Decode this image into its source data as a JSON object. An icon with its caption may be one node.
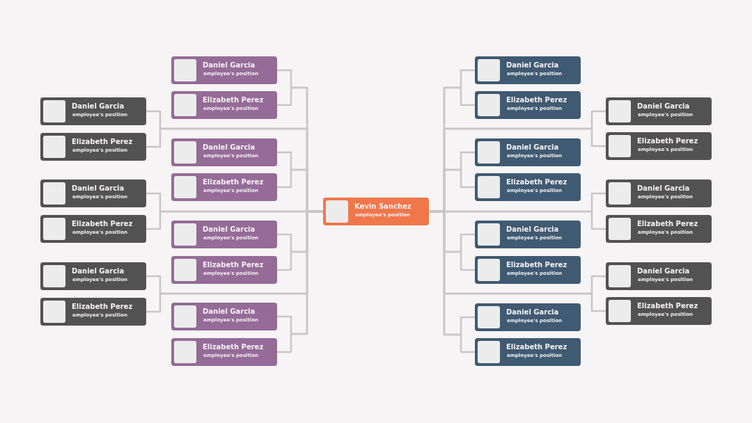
{
  "diagram": {
    "nodes": [
      {
        "text": [
          "Kevin Sanchez",
          "employee's position"
        ]
      },
      {
        "text": [
          "Daniel Garcia",
          "employee's position"
        ]
      },
      {
        "text": [
          "Elizabeth Perez",
          "employee's position"
        ]
      },
      {
        "text": [
          "Daniel Garcia",
          "employee's position"
        ]
      },
      {
        "text": [
          "Elizabeth Perez",
          "employee's position"
        ]
      },
      {
        "text": [
          "Daniel Garcia",
          "employee's position"
        ]
      },
      {
        "text": [
          "Elizabeth Perez",
          "employee's position"
        ]
      },
      {
        "text": [
          "Daniel Garcia",
          "employee's position"
        ]
      },
      {
        "text": [
          "Elizabeth Perez",
          "employee's position"
        ]
      },
      {
        "text": [
          "Daniel Garcia",
          "employee's position"
        ]
      },
      {
        "text": [
          "Elizabeth Perez",
          "employee's position"
        ]
      },
      {
        "text": [
          "Daniel Garcia",
          "employee's position"
        ]
      },
      {
        "text": [
          "Elizabeth Perez",
          "employee's position"
        ]
      },
      {
        "text": [
          "Daniel Garcia",
          "employee's position"
        ]
      },
      {
        "text": [
          "Elizabeth Perez",
          "employee's position"
        ]
      },
      {
        "text": [
          "Daniel Garcia",
          "employee's position"
        ]
      },
      {
        "text": [
          "Elizabeth Perez",
          "employee's position"
        ]
      },
      {
        "text": [
          "Daniel Garcia",
          "employee's position"
        ]
      },
      {
        "text": [
          "Elizabeth Perez",
          "employee's position"
        ]
      },
      {
        "text": [
          "Daniel Garcia",
          "employee's position"
        ]
      },
      {
        "text": [
          "Elizabeth Perez",
          "employee's position"
        ]
      },
      {
        "text": [
          "Daniel Garcia",
          "employee's position"
        ]
      },
      {
        "text": [
          "Elizabeth Perez",
          "employee's position"
        ]
      },
      {
        "text": [
          "Daniel Garcia",
          "employee's position"
        ]
      },
      {
        "text": [
          "Elizabeth Perez",
          "employee's position"
        ]
      },
      {
        "text": [
          "Daniel Garcia",
          "employee's position"
        ]
      },
      {
        "text": [
          "Elizabeth Perez",
          "employee's position"
        ]
      },
      {
        "text": [
          "Daniel Garcia",
          "employee's position"
        ]
      },
      {
        "text": [
          "Elizabeth Perez",
          "employee's position"
        ]
      }
    ],
    "edges": [
      {
        "from": 0,
        "to": 1,
        "arrow": "none"
      },
      {
        "from": 0,
        "to": 2,
        "arrow": "none"
      },
      {
        "from": 0,
        "to": 3,
        "arrow": "none"
      },
      {
        "from": 0,
        "to": 4,
        "arrow": "none"
      },
      {
        "from": 0,
        "to": 5,
        "arrow": "none"
      },
      {
        "from": 0,
        "to": 6,
        "arrow": "none"
      },
      {
        "from": 0,
        "to": 7,
        "arrow": "none"
      },
      {
        "from": 0,
        "to": 8,
        "arrow": "none"
      },
      {
        "from": 0,
        "to": 9,
        "arrow": "none"
      },
      {
        "from": 0,
        "to": 10,
        "arrow": "none"
      },
      {
        "from": 0,
        "to": 11,
        "arrow": "none"
      },
      {
        "from": 0,
        "to": 12,
        "arrow": "none"
      },
      {
        "from": 0,
        "to": 13,
        "arrow": "none"
      },
      {
        "from": 0,
        "to": 14,
        "arrow": "none"
      },
      {
        "from": 0,
        "to": 15,
        "arrow": "none"
      },
      {
        "from": 0,
        "to": 16,
        "arrow": "none"
      },
      {
        "from": 0,
        "to": 17,
        "arrow": "none"
      },
      {
        "from": 0,
        "to": 18,
        "arrow": "none"
      },
      {
        "from": 0,
        "to": 19,
        "arrow": "none"
      },
      {
        "from": 0,
        "to": 20,
        "arrow": "none"
      },
      {
        "from": 0,
        "to": 21,
        "arrow": "none"
      },
      {
        "from": 0,
        "to": 22,
        "arrow": "none"
      },
      {
        "from": 0,
        "to": 23,
        "arrow": "none"
      },
      {
        "from": 0,
        "to": 24,
        "arrow": "none"
      },
      {
        "from": 0,
        "to": 25,
        "arrow": "none"
      },
      {
        "from": 0,
        "to": 26,
        "arrow": "none"
      },
      {
        "from": 0,
        "to": 27,
        "arrow": "none"
      },
      {
        "from": 0,
        "to": 28,
        "arrow": "none"
      }
    ]
  }
}
